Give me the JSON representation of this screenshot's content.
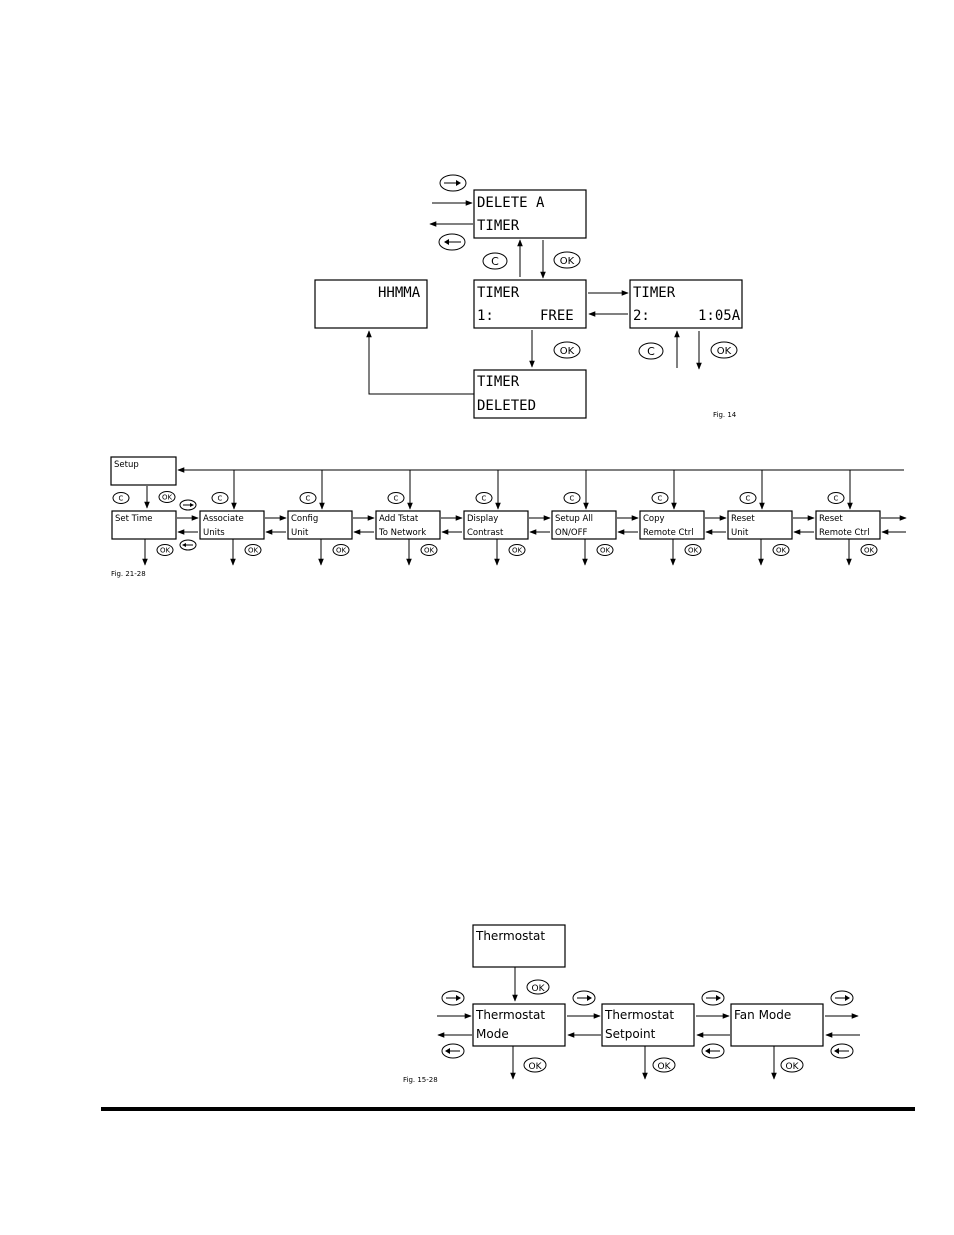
{
  "fig14": {
    "delete_a": [
      "DELETE  A",
      "TIMER"
    ],
    "timer_free": [
      "TIMER",
      "1:",
      "FREE"
    ],
    "timer_2": [
      "TIMER",
      "2:",
      "1:05A"
    ],
    "hhmma": "HHMMA",
    "timer_deleted": [
      "TIMER",
      "DELETED"
    ],
    "caption": "Fig. 14",
    "ok_label": "OK",
    "c_label": "C"
  },
  "fig_setup": {
    "setup": "Setup",
    "items": [
      [
        "Set  Time",
        ""
      ],
      [
        "Associate",
        "Units"
      ],
      [
        "Config",
        "Unit"
      ],
      [
        "Add  Tstat",
        "To  Network"
      ],
      [
        "Display",
        "Contrast"
      ],
      [
        "Setup  All",
        "ON/OFF"
      ],
      [
        "Copy",
        "Remote  Ctrl"
      ],
      [
        "Reset",
        "Unit"
      ],
      [
        "Reset",
        "Remote  Ctrl"
      ]
    ],
    "caption": "Fig. 21-28",
    "ok_label": "OK",
    "c_label": "C"
  },
  "fig_thermo": {
    "thermostat": "Thermostat",
    "mode": [
      "Thermostat",
      "Mode"
    ],
    "setpoint": [
      "Thermostat",
      "Setpoint"
    ],
    "fan": [
      "Fan  Mode",
      ""
    ],
    "caption": "Fig. 15-28",
    "ok_label": "OK"
  }
}
